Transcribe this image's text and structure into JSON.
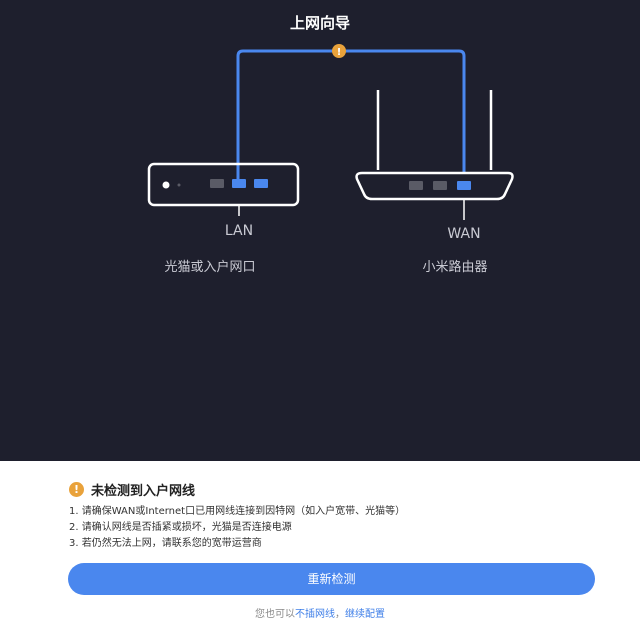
{
  "header": {
    "title": "上网向导"
  },
  "diagram": {
    "modem_label": "光猫或入户网口",
    "router_label": "小米路由器",
    "lan_label": "LAN",
    "wan_label": "WAN",
    "cable_warning_glyph": "!"
  },
  "alert": {
    "icon_glyph": "!",
    "title": "未检测到入户网线",
    "tips": [
      "1. 请确保WAN或Internet口已用网线连接到因特网（如入户宽带、光猫等）",
      "2. 请确认网线是否插紧或损坏，光猫是否连接电源",
      "3. 若仍然无法上网，请联系您的宽带运营商"
    ]
  },
  "actions": {
    "retry_label": "重新检测",
    "footer_prefix": "您也可以",
    "no_cable_link": "不插网线",
    "separator": "，",
    "continue_link": "继续配置"
  },
  "colors": {
    "background_dark": "#1e1f2d",
    "accent_blue": "#4a87ee",
    "warning_orange": "#e9a23b"
  }
}
